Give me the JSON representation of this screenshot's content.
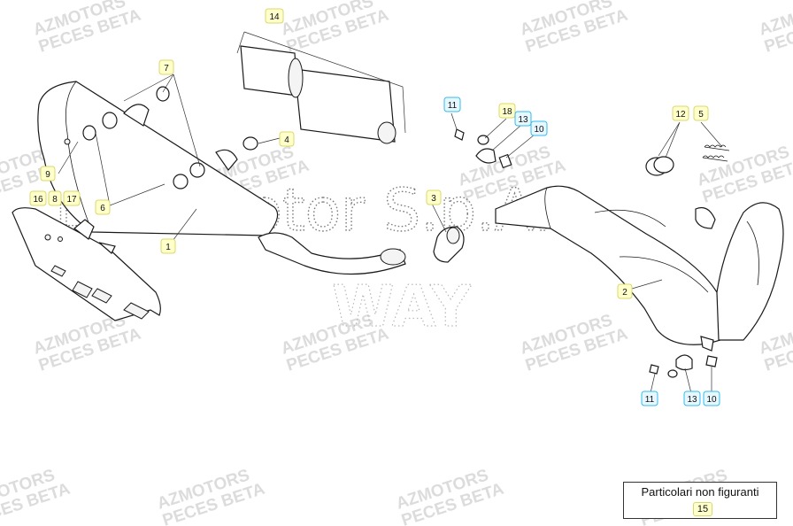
{
  "watermark": {
    "line1": "AZMOTORS",
    "line2": "PECES BETA",
    "brand": "Betamotor S.p.A.",
    "motto": "WAY"
  },
  "callouts": [
    {
      "id": "c14",
      "label": "14",
      "kind": "yellow"
    },
    {
      "id": "c7",
      "label": "7",
      "kind": "yellow"
    },
    {
      "id": "c4",
      "label": "4",
      "kind": "yellow"
    },
    {
      "id": "c9",
      "label": "9",
      "kind": "yellow"
    },
    {
      "id": "c16",
      "label": "16",
      "kind": "yellow"
    },
    {
      "id": "c8",
      "label": "8",
      "kind": "yellow"
    },
    {
      "id": "c17",
      "label": "17",
      "kind": "yellow"
    },
    {
      "id": "c6",
      "label": "6",
      "kind": "yellow"
    },
    {
      "id": "c1",
      "label": "1",
      "kind": "yellow"
    },
    {
      "id": "c3",
      "label": "3",
      "kind": "yellow"
    },
    {
      "id": "c11a",
      "label": "11",
      "kind": "blue"
    },
    {
      "id": "c18",
      "label": "18",
      "kind": "yellow"
    },
    {
      "id": "c13a",
      "label": "13",
      "kind": "blue"
    },
    {
      "id": "c10a",
      "label": "10",
      "kind": "blue"
    },
    {
      "id": "c12",
      "label": "12",
      "kind": "yellow"
    },
    {
      "id": "c5",
      "label": "5",
      "kind": "yellow"
    },
    {
      "id": "c2",
      "label": "2",
      "kind": "yellow"
    },
    {
      "id": "c11b",
      "label": "11",
      "kind": "blue"
    },
    {
      "id": "c13b",
      "label": "13",
      "kind": "blue"
    },
    {
      "id": "c10b",
      "label": "10",
      "kind": "blue"
    }
  ],
  "legend": {
    "title": "Particolari non figuranti",
    "part_number": "15"
  },
  "colors": {
    "callout_yellow": "#ffffcc",
    "callout_yellow_border": "#d8d86a",
    "callout_blue": "#e6f7ff",
    "callout_blue_border": "#33bbee",
    "watermark": "#dcdcdc"
  }
}
